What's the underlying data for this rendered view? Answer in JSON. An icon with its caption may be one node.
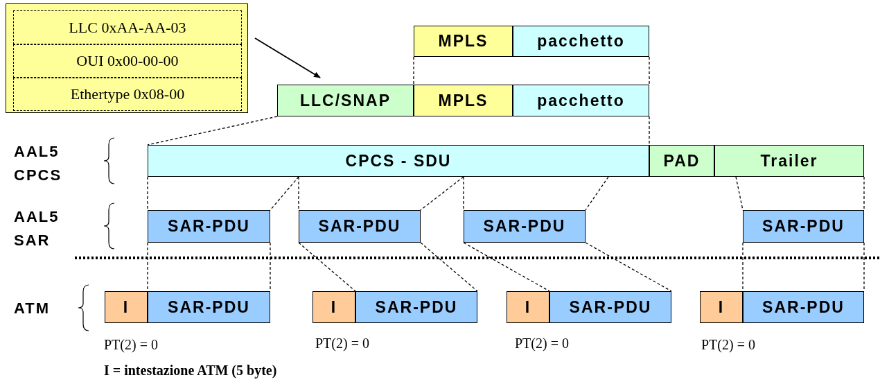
{
  "diagram": {
    "nodes": [
      {
        "text": [],
        "shape": "box"
      },
      {
        "text": [
          "LLC 0xAA-AA-03"
        ],
        "in": 0
      },
      {
        "text": [
          "OUI 0x00-00-00"
        ],
        "in": 0
      },
      {
        "text": [
          "Ethertype 0x08-00"
        ],
        "in": 0
      },
      {
        "text": [
          "MPLS"
        ]
      },
      {
        "text": [
          "pacchetto"
        ]
      },
      {
        "text": [
          "LLC/SNAP"
        ]
      },
      {
        "text": [
          "MPLS"
        ]
      },
      {
        "text": [
          "pacchetto"
        ]
      },
      {
        "text": [
          "CPCS - SDU"
        ]
      },
      {
        "text": [
          "PAD"
        ]
      },
      {
        "text": [
          "Trailer"
        ]
      },
      {
        "text": [
          "SAR-PDU"
        ]
      },
      {
        "text": [
          "SAR-PDU"
        ]
      },
      {
        "text": [
          "SAR-PDU"
        ]
      },
      {
        "text": [
          "SAR-PDU"
        ]
      },
      {
        "text": [
          "I"
        ]
      },
      {
        "text": [
          "SAR-PDU"
        ]
      },
      {
        "text": [
          "I"
        ]
      },
      {
        "text": [
          "SAR-PDU"
        ]
      },
      {
        "text": [
          "I"
        ]
      },
      {
        "text": [
          "SAR-PDU"
        ]
      },
      {
        "text": [
          "I"
        ]
      },
      {
        "text": [
          "SAR-PDU"
        ]
      }
    ],
    "edges": [
      {
        "from": 0,
        "to": 6,
        "arrow": "to"
      },
      {
        "from": 4,
        "to": 7,
        "arrow": "none",
        "style": "dashed"
      },
      {
        "from": 5,
        "to": 8,
        "arrow": "none",
        "style": "dashed"
      },
      {
        "from": 6,
        "to": 9,
        "arrow": "none",
        "style": "dashed"
      },
      {
        "from": 8,
        "to": 9,
        "arrow": "none",
        "style": "dashed"
      },
      {
        "from": 9,
        "to": 12,
        "arrow": "none",
        "style": "dashed"
      },
      {
        "from": 9,
        "to": 12,
        "arrow": "none",
        "style": "dashed"
      },
      {
        "from": 9,
        "to": 13,
        "arrow": "none",
        "style": "dashed"
      },
      {
        "from": 9,
        "to": 13,
        "arrow": "none",
        "style": "dashed"
      },
      {
        "from": 9,
        "to": 14,
        "arrow": "none",
        "style": "dashed"
      },
      {
        "from": 9,
        "to": 14,
        "arrow": "none",
        "style": "dashed"
      },
      {
        "from": 11,
        "to": 15,
        "arrow": "none",
        "style": "dashed"
      },
      {
        "from": 11,
        "to": 15,
        "arrow": "none",
        "style": "dashed"
      },
      {
        "from": 12,
        "to": 17,
        "arrow": "none",
        "style": "dashed"
      },
      {
        "from": 12,
        "to": 17,
        "arrow": "none",
        "style": "dashed"
      },
      {
        "from": 13,
        "to": 19,
        "arrow": "none",
        "style": "dashed"
      },
      {
        "from": 13,
        "to": 19,
        "arrow": "none",
        "style": "dashed"
      },
      {
        "from": 14,
        "to": 21,
        "arrow": "none",
        "style": "dashed"
      },
      {
        "from": 14,
        "to": 21,
        "arrow": "none",
        "style": "dashed"
      },
      {
        "from": 15,
        "to": 23,
        "arrow": "none",
        "style": "dashed"
      },
      {
        "from": 15,
        "to": 23,
        "arrow": "none",
        "style": "dashed"
      }
    ],
    "labels": [
      "AAL5 CPCS",
      "AAL5 SAR",
      "ATM",
      "PT(2) = 0",
      "PT(2) = 0",
      "PT(2) = 0",
      "PT(2) = 0",
      "I = intestazione ATM (5 byte)"
    ]
  }
}
